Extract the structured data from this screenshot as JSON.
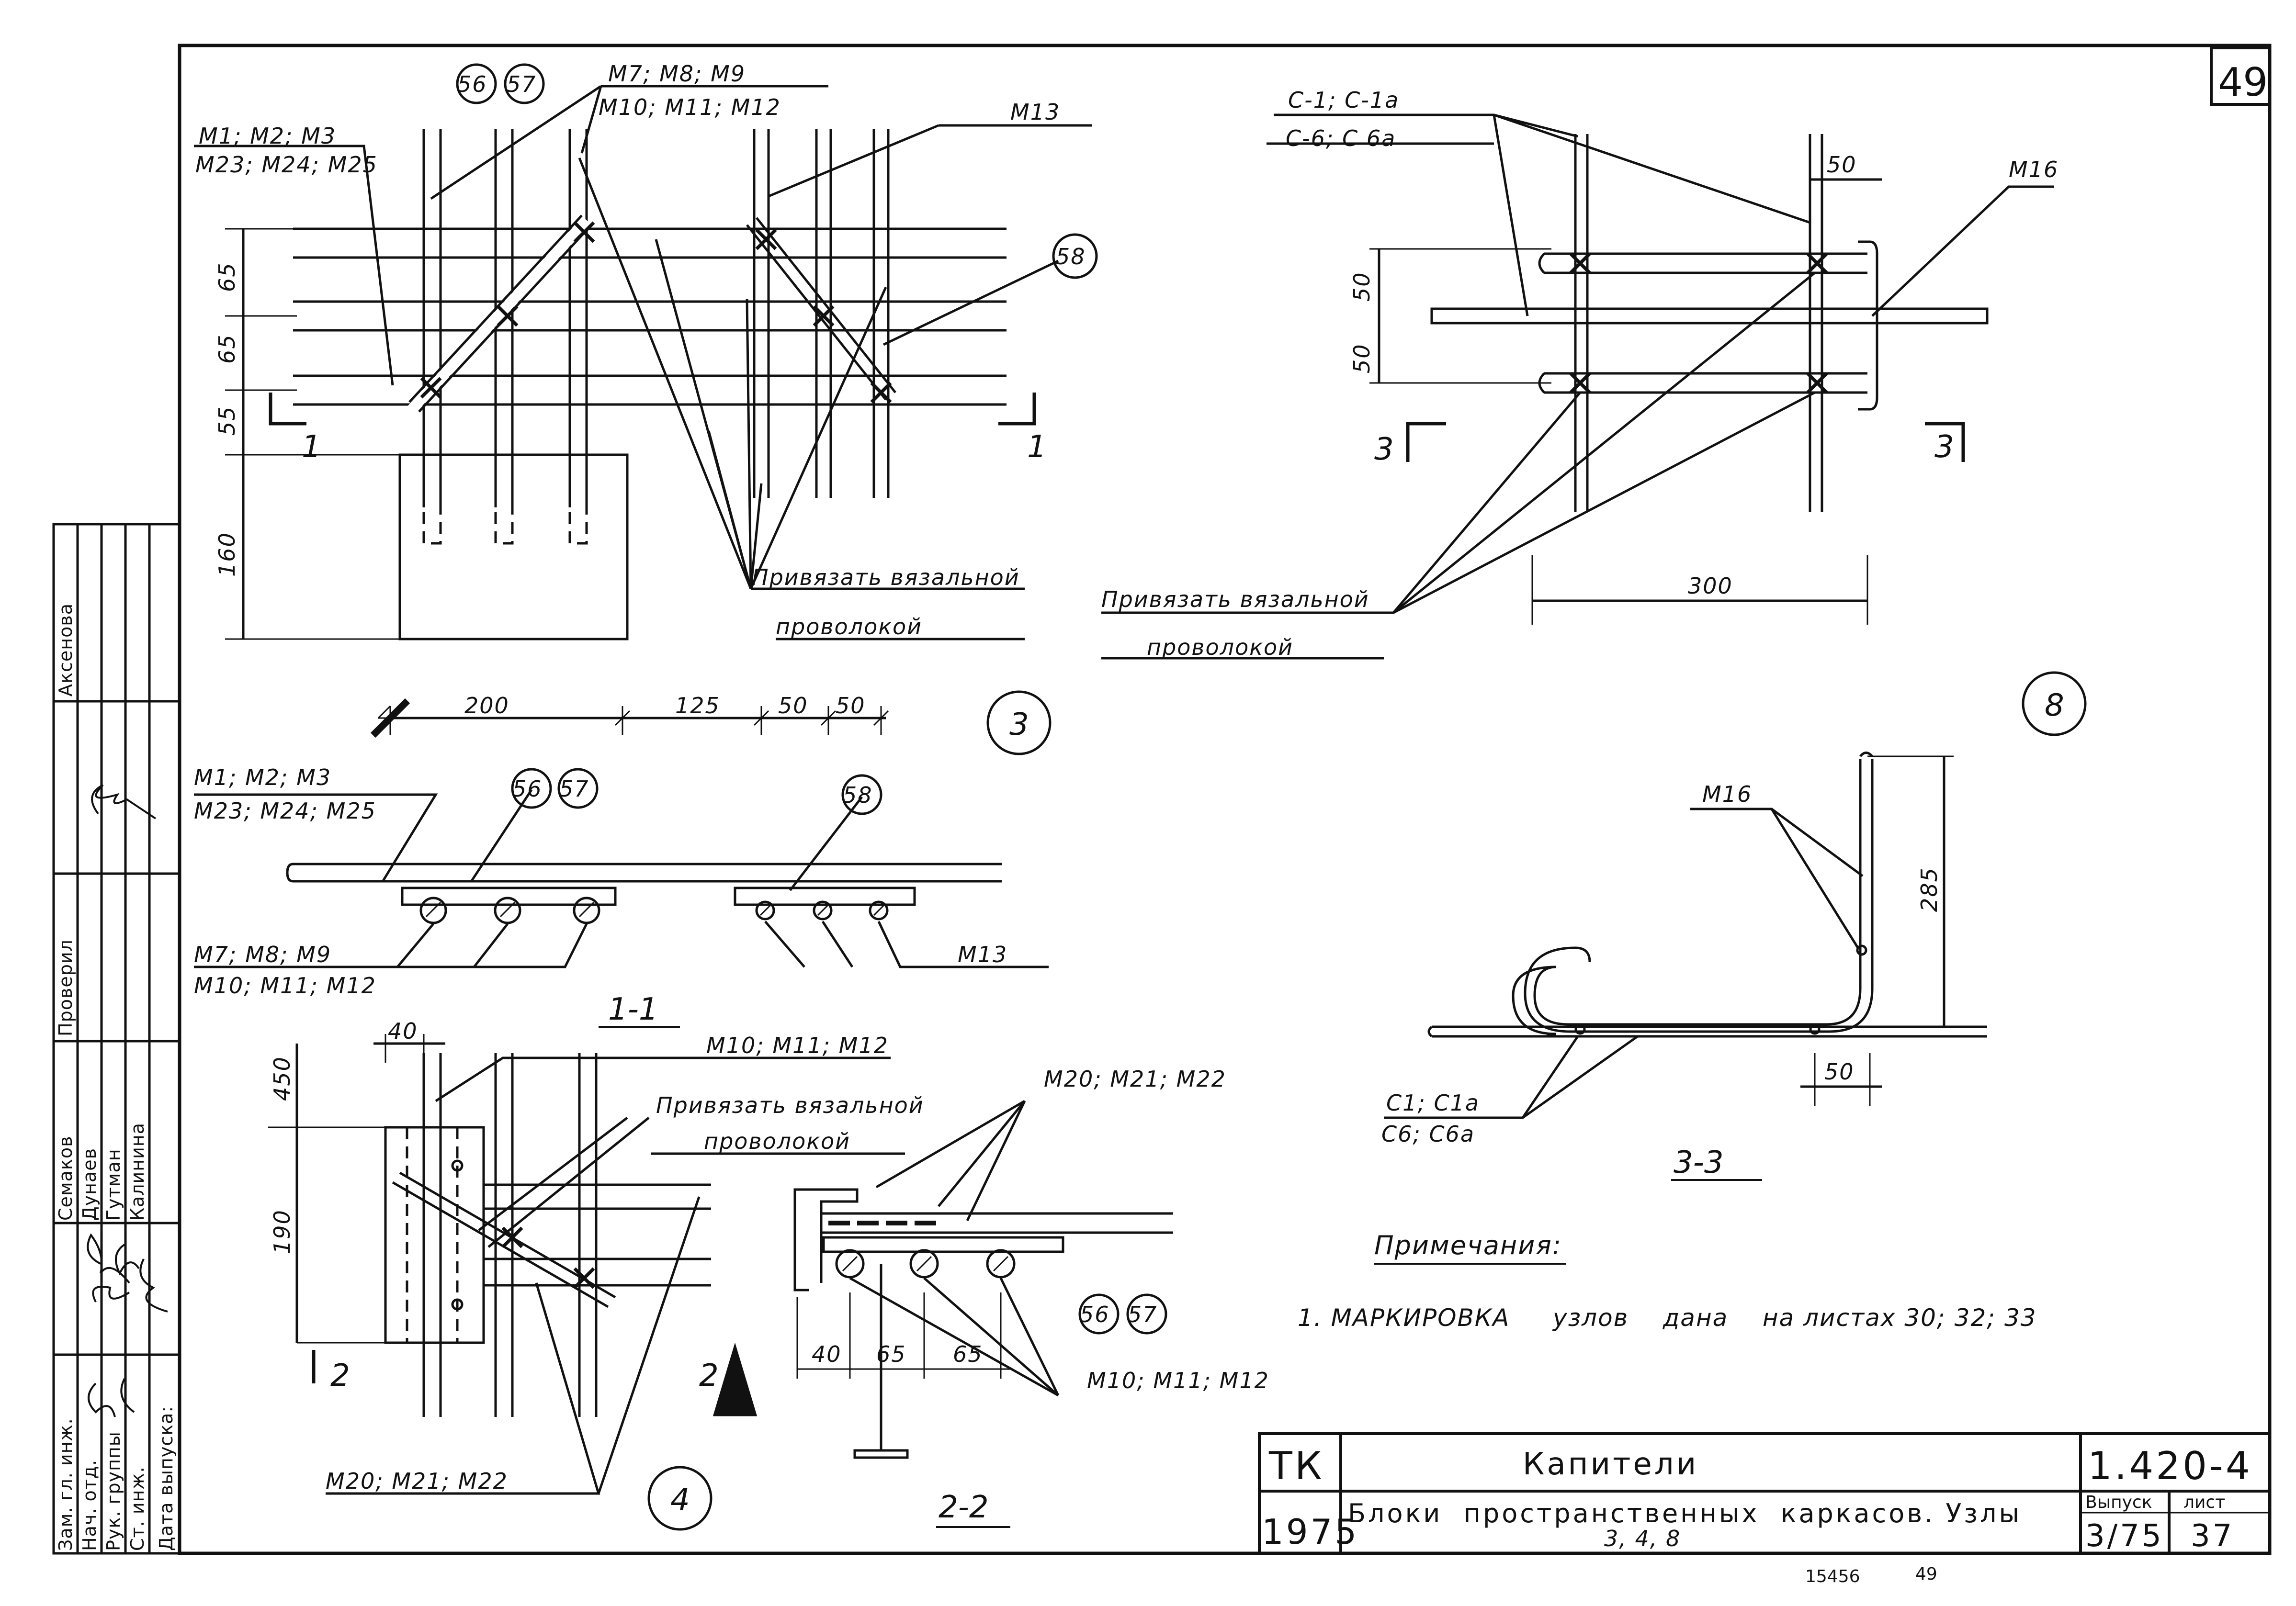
{
  "sheet_number": "49",
  "node3": {
    "callout": "3",
    "bubble_56": "56",
    "bubble_57": "57",
    "bubble_58": "58",
    "m7_m8_m9": "M7; M8; M9",
    "m10_m11_m12": "M10; M11; M12",
    "m13": "M13",
    "m1_m2_m3": "M1; M2; M3",
    "m23_m24_m25": "M23; M24; M25",
    "tie_line1": "Привязать вязальной",
    "tie_line2": "проволокой",
    "dim_65a": "65",
    "dim_65b": "65",
    "dim_55": "55",
    "dim_160": "160",
    "cut_left": "1",
    "cut_right": "1"
  },
  "section11": {
    "title": "1-1",
    "dim_200": "200",
    "dim_125": "125",
    "dim_50a": "50",
    "dim_50b": "50",
    "m1_m2_m3": "M1; M2; M3",
    "m23_m24_m25": "M23; M24; M25",
    "bubble_56": "56",
    "bubble_57": "57",
    "bubble_58": "58",
    "m7_m8_m9": "M7; M8; M9",
    "m10_m11_m12": "M10; M11; M12",
    "m13": "M13"
  },
  "node4": {
    "callout": "4",
    "dim_40": "40",
    "dim_450": "450",
    "dim_190": "190",
    "m10_m11_m12": "M10; M11; M12",
    "tie_line1": "Привязать вязальной",
    "tie_line2": "проволокой",
    "m20_m21_m22": "M20; M21; M22",
    "cut_left": "2",
    "cut_right": "2"
  },
  "section22": {
    "title": "2-2",
    "m20_m21_m22": "M20; M21; M22",
    "bubble_56": "56",
    "bubble_57": "57",
    "dim_40": "40",
    "dim_65a": "65",
    "dim_65b": "65",
    "m10_m11_m12": "M10; M11; M12"
  },
  "node8": {
    "callout": "8",
    "c1_c1a": "C-1; C-1a",
    "c6_c6a": "C-6; C 6a",
    "dim_50top": "50",
    "m16": "M16",
    "dim_50a": "50",
    "dim_50b": "50",
    "dim_300": "300",
    "tie_line1": "Привязать вязальной",
    "tie_line2": "проволокой",
    "cut_left": "3",
    "cut_right": "3"
  },
  "section33": {
    "title": "3-3",
    "m16": "M16",
    "dim_285": "285",
    "dim_50": "50",
    "c1_c1a": "C1; C1a",
    "c6_c6a": "C6; C6a"
  },
  "notes": {
    "heading": "Примечания:",
    "item1": "1. МАРКИРОВКА     узлов    дана    на листах 30; 32; 33"
  },
  "title_block": {
    "org": "ТК",
    "year": "1975",
    "name": "Капители",
    "subtitle": "Блоки  пространственных  каркасов. Узлы",
    "nodes": "3, 4, 8",
    "code": "1.420-4",
    "issue_label": "Выпуск",
    "issue": "3/75",
    "sheet_label": "лист",
    "sheet": "37",
    "archive": "15456",
    "archive2": "49"
  },
  "side_stamp": {
    "roles": [
      "Зам. гл. инж.",
      "Нач. отд.",
      "Рук. группы",
      "Ст. инж.",
      "Дата выпуска:"
    ],
    "names": [
      "Семаков",
      "Дунаев",
      "Гутман",
      "Калинина"
    ],
    "checked_label": "Проверил",
    "checked_name": "Аксенова"
  }
}
